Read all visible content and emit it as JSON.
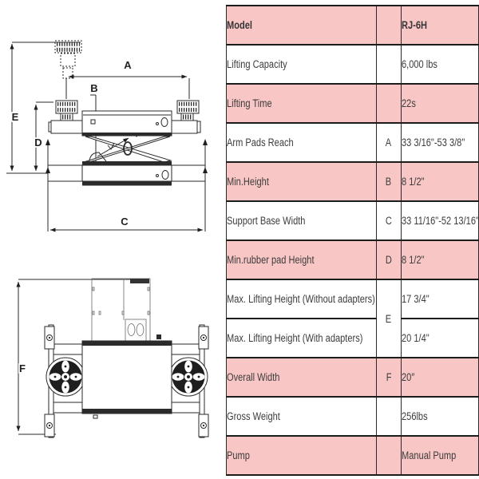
{
  "title": "RJ-6H rolling jack specification sheet",
  "diagrams": {
    "side_view": {
      "dims": {
        "a": "A",
        "b": "B",
        "c": "C",
        "d": "D",
        "e": "E"
      }
    },
    "top_view": {
      "dims": {
        "f": "F"
      }
    }
  },
  "table": {
    "colors": {
      "row_pink": "#f9c6c6",
      "row_white": "#ffffff",
      "grid": "#1c1c1c"
    },
    "rows": [
      {
        "label": "Model",
        "ref": "",
        "value": "RJ-6H"
      },
      {
        "label": "Lifting Capacity",
        "ref": "",
        "value": "6,000 lbs"
      },
      {
        "label": "Lifting Time",
        "ref": "",
        "value": "22s"
      },
      {
        "label": "Arm Pads Reach",
        "ref": "A",
        "value": "33 3/16\"-53 3/8\""
      },
      {
        "label": "Min.Height",
        "ref": "B",
        "value": "8 1/2\""
      },
      {
        "label": "Support Base Width",
        "ref": "C",
        "value": "33 11/16\"-52 13/16\""
      },
      {
        "label": "Min.rubber pad Height",
        "ref": "D",
        "value": "8 1/2\""
      },
      {
        "label": "Max. Lifting Height  (Without adapters)",
        "ref": "E",
        "value": "17 3/4\""
      },
      {
        "label": "Max. Lifting Height (With adapters)",
        "ref": "",
        "value": "20 1/4\""
      },
      {
        "label": "Overall Width",
        "ref": "F",
        "value": "20″"
      },
      {
        "label": "Gross Weight",
        "ref": "",
        "value": "256lbs"
      },
      {
        "label": "Pump",
        "ref": "",
        "value": "Manual Pump"
      }
    ]
  }
}
